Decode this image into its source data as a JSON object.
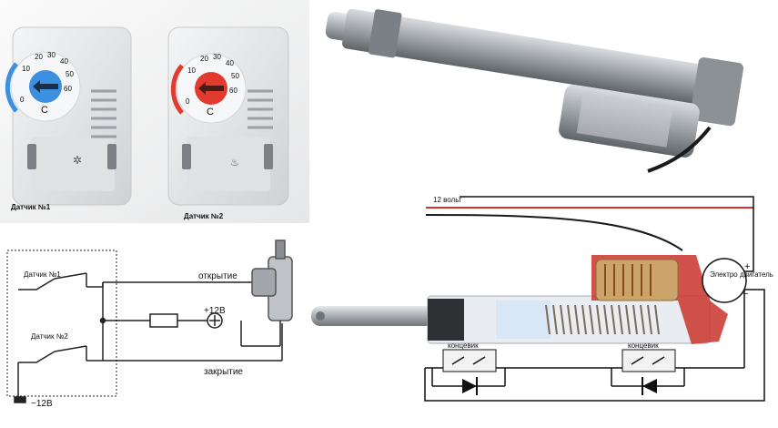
{
  "photo_labels": {
    "sensor1": "Датчик №1",
    "sensor2": "Датчик №2"
  },
  "dial1": {
    "scale": [
      "0",
      "10",
      "20",
      "30",
      "40",
      "50",
      "60"
    ],
    "unit": "C",
    "color": "#3d8fe0"
  },
  "dial2": {
    "scale": [
      "0",
      "10",
      "20",
      "30",
      "40",
      "50",
      "60"
    ],
    "unit": "C",
    "color": "#e23a2e"
  },
  "schematic": {
    "sensor1": "Датчик №1",
    "sensor2": "Датчик №2",
    "open": "открытие",
    "plus12": "+12В",
    "close": "закрытие",
    "minus12": "−12В"
  },
  "wiring": {
    "volts": "12 вольт",
    "motor": "Электро двигатель",
    "plus": "+",
    "minus": "−",
    "limit_left": "концевик",
    "limit_right": "концевик"
  },
  "colors": {
    "actuator_silver": "#b8bcc0",
    "wire_red": "#d4322a",
    "sensor_body": "#e9eaec"
  }
}
